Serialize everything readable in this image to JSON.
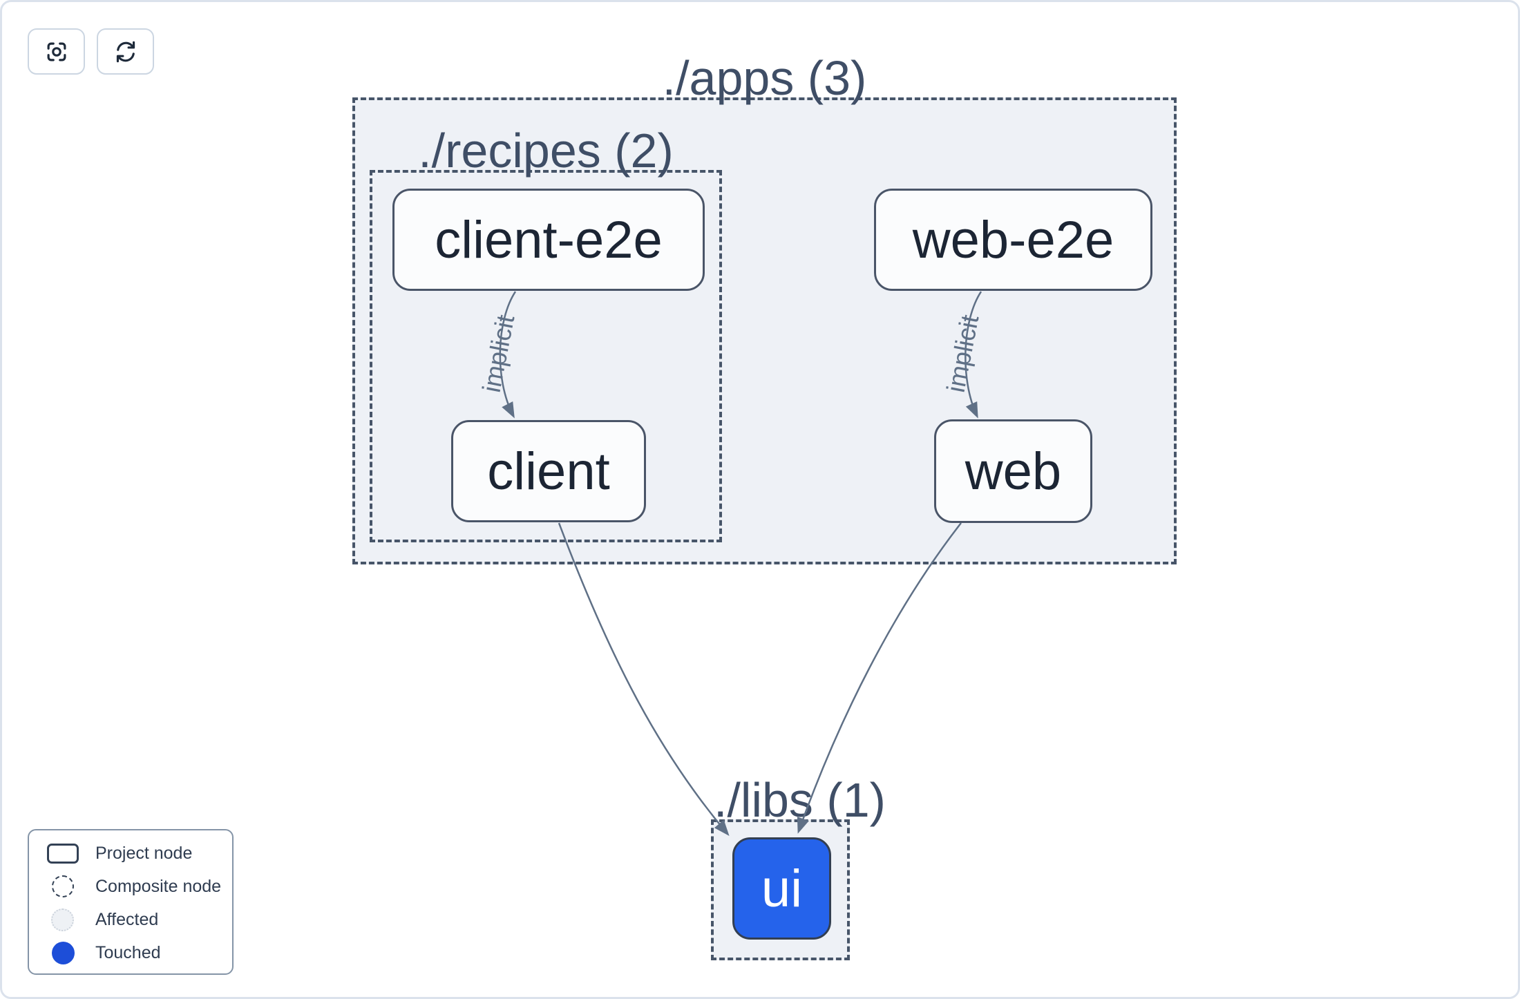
{
  "toolbar": {
    "buttons": [
      {
        "icon": "focus-icon"
      },
      {
        "icon": "refresh-icon"
      }
    ]
  },
  "graph": {
    "containers": [
      {
        "id": "apps",
        "label": "./apps (3)",
        "count": 3
      },
      {
        "id": "recipes",
        "label": "./recipes (2)",
        "count": 2
      },
      {
        "id": "libs",
        "label": "./libs (1)",
        "count": 1
      }
    ],
    "nodes": [
      {
        "id": "client-e2e",
        "label": "client-e2e",
        "type": "project"
      },
      {
        "id": "web-e2e",
        "label": "web-e2e",
        "type": "project"
      },
      {
        "id": "client",
        "label": "client",
        "type": "project"
      },
      {
        "id": "web",
        "label": "web",
        "type": "project"
      },
      {
        "id": "ui",
        "label": "ui",
        "type": "project",
        "state": "touched"
      }
    ],
    "edges": [
      {
        "from": "client-e2e",
        "to": "client",
        "label": "implicit"
      },
      {
        "from": "web-e2e",
        "to": "web",
        "label": "implicit"
      },
      {
        "from": "client",
        "to": "ui",
        "label": ""
      },
      {
        "from": "web",
        "to": "ui",
        "label": ""
      }
    ]
  },
  "legend": {
    "items": [
      {
        "id": "project",
        "label": "Project node"
      },
      {
        "id": "composite",
        "label": "Composite node"
      },
      {
        "id": "affected",
        "label": "Affected"
      },
      {
        "id": "touched",
        "label": "Touched"
      }
    ]
  },
  "colors": {
    "touched": "#1d4ed8",
    "ui_node_fill": "#2563eb",
    "container_fill": "#eef1f6",
    "dashed_border": "#475569",
    "node_border": "#4a5568",
    "edge": "#5f7086",
    "title_text": "#3f4e66",
    "node_text": "#1c2534"
  }
}
